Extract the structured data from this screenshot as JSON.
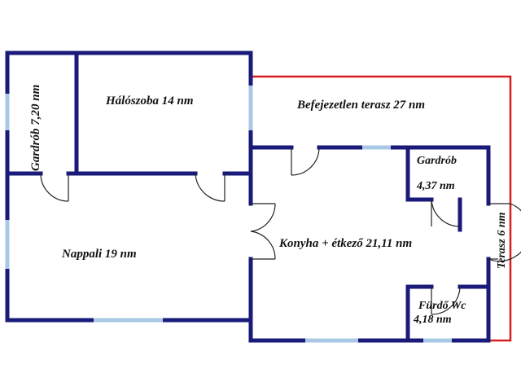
{
  "rooms": {
    "gardrob_left": "Gardrób 7,20 nm",
    "haloszoba": "Hálószoba 14 nm",
    "befejezetlen_terasz": "Befejezetlen terasz 27 nm",
    "gardrob_small_name": "Gardrób",
    "gardrob_small_area": "4,37 nm",
    "nappali": "Nappali 19 nm",
    "konyha": "Konyha + étkező 21,11 nm",
    "terasz": "Terasz 6 nm",
    "furdo_name": "Fürdő Wc",
    "furdo_area": "4,18 nm"
  },
  "colors": {
    "wall": "#1a1a7a",
    "window": "#a8c8e6",
    "terrace_outline": "#d42020",
    "door": "#222222"
  }
}
